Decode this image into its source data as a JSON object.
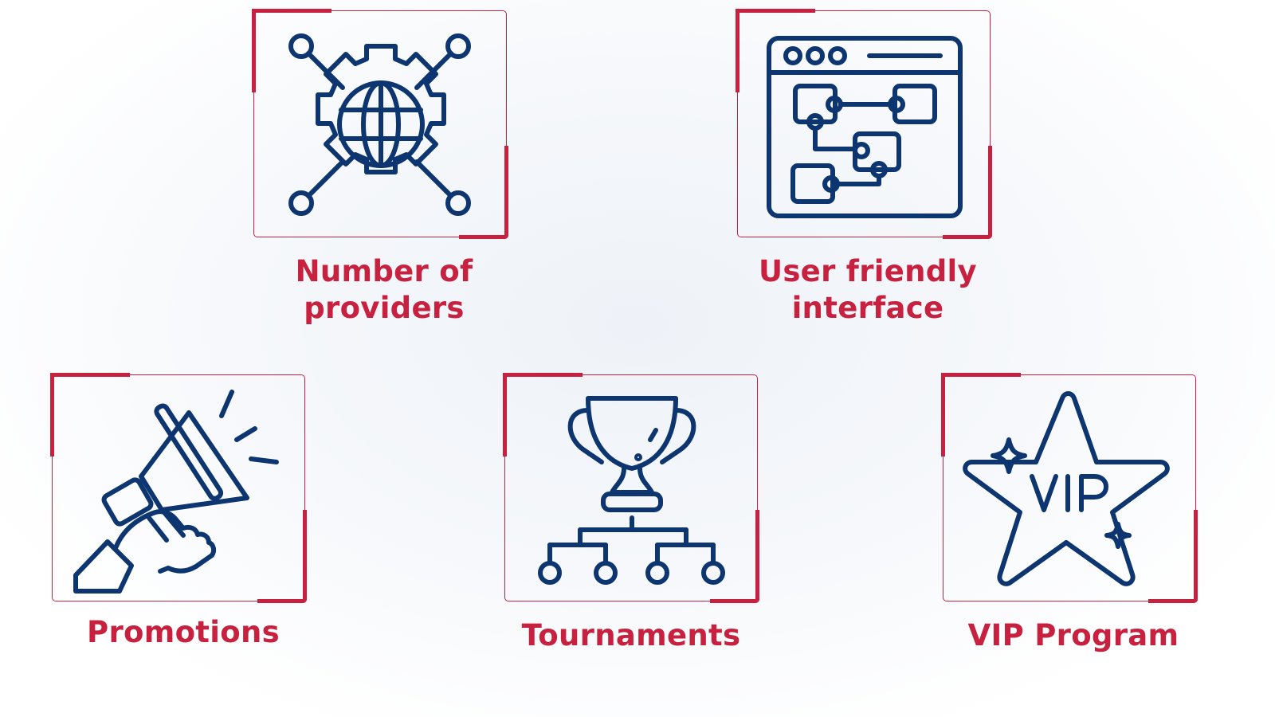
{
  "features": [
    {
      "label": "Number of providers",
      "icon": "gear-globe-network-icon"
    },
    {
      "label": "User friendly interface",
      "icon": "browser-flowchart-icon"
    },
    {
      "label": "Promotions",
      "icon": "megaphone-icon"
    },
    {
      "label": "Tournaments",
      "icon": "trophy-bracket-icon"
    },
    {
      "label": "VIP Program",
      "icon": "vip-star-icon"
    }
  ],
  "colors": {
    "accent": "#c8213f",
    "icon": "#0d3570"
  }
}
